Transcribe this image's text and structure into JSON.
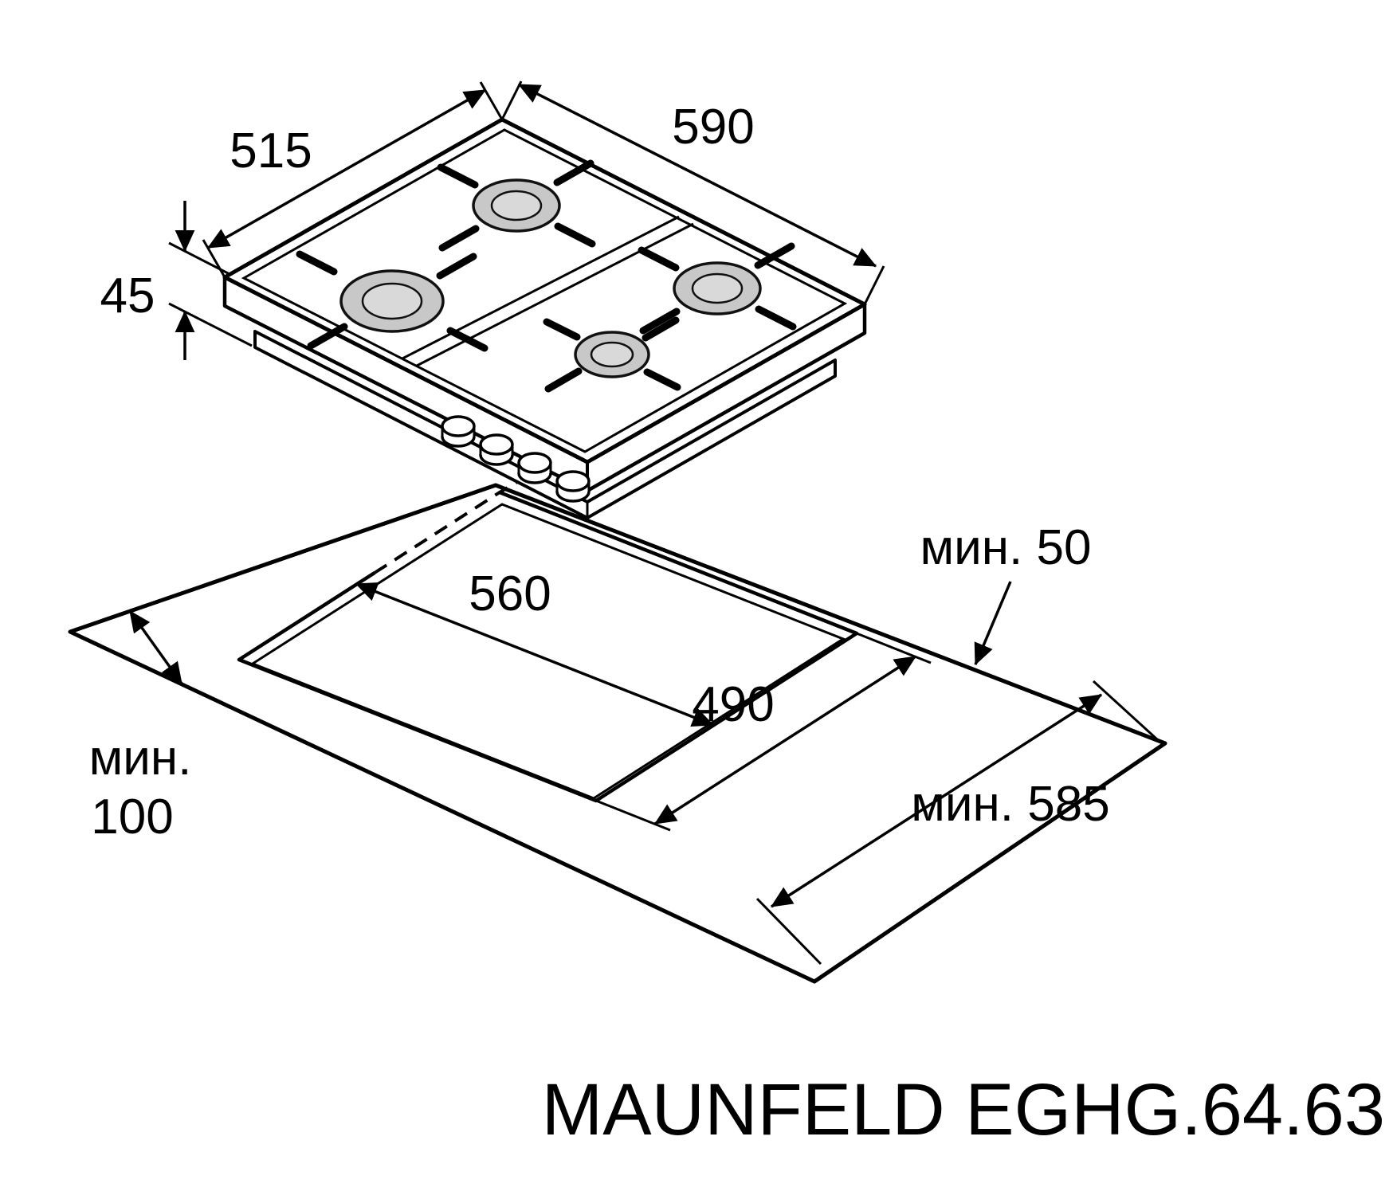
{
  "drawing": {
    "model_label": "MAUNFELD EGHG.64.63",
    "hob_dimensions": {
      "width_mm": "590",
      "depth_mm": "515",
      "height_mm": "45"
    },
    "cutout_dimensions": {
      "width_mm": "560",
      "depth_mm": "490"
    },
    "clearances": {
      "back_min": "мин. 50",
      "left_min_line1": "мин.",
      "left_min_line2": "100",
      "right_min": "мин. 585"
    }
  }
}
